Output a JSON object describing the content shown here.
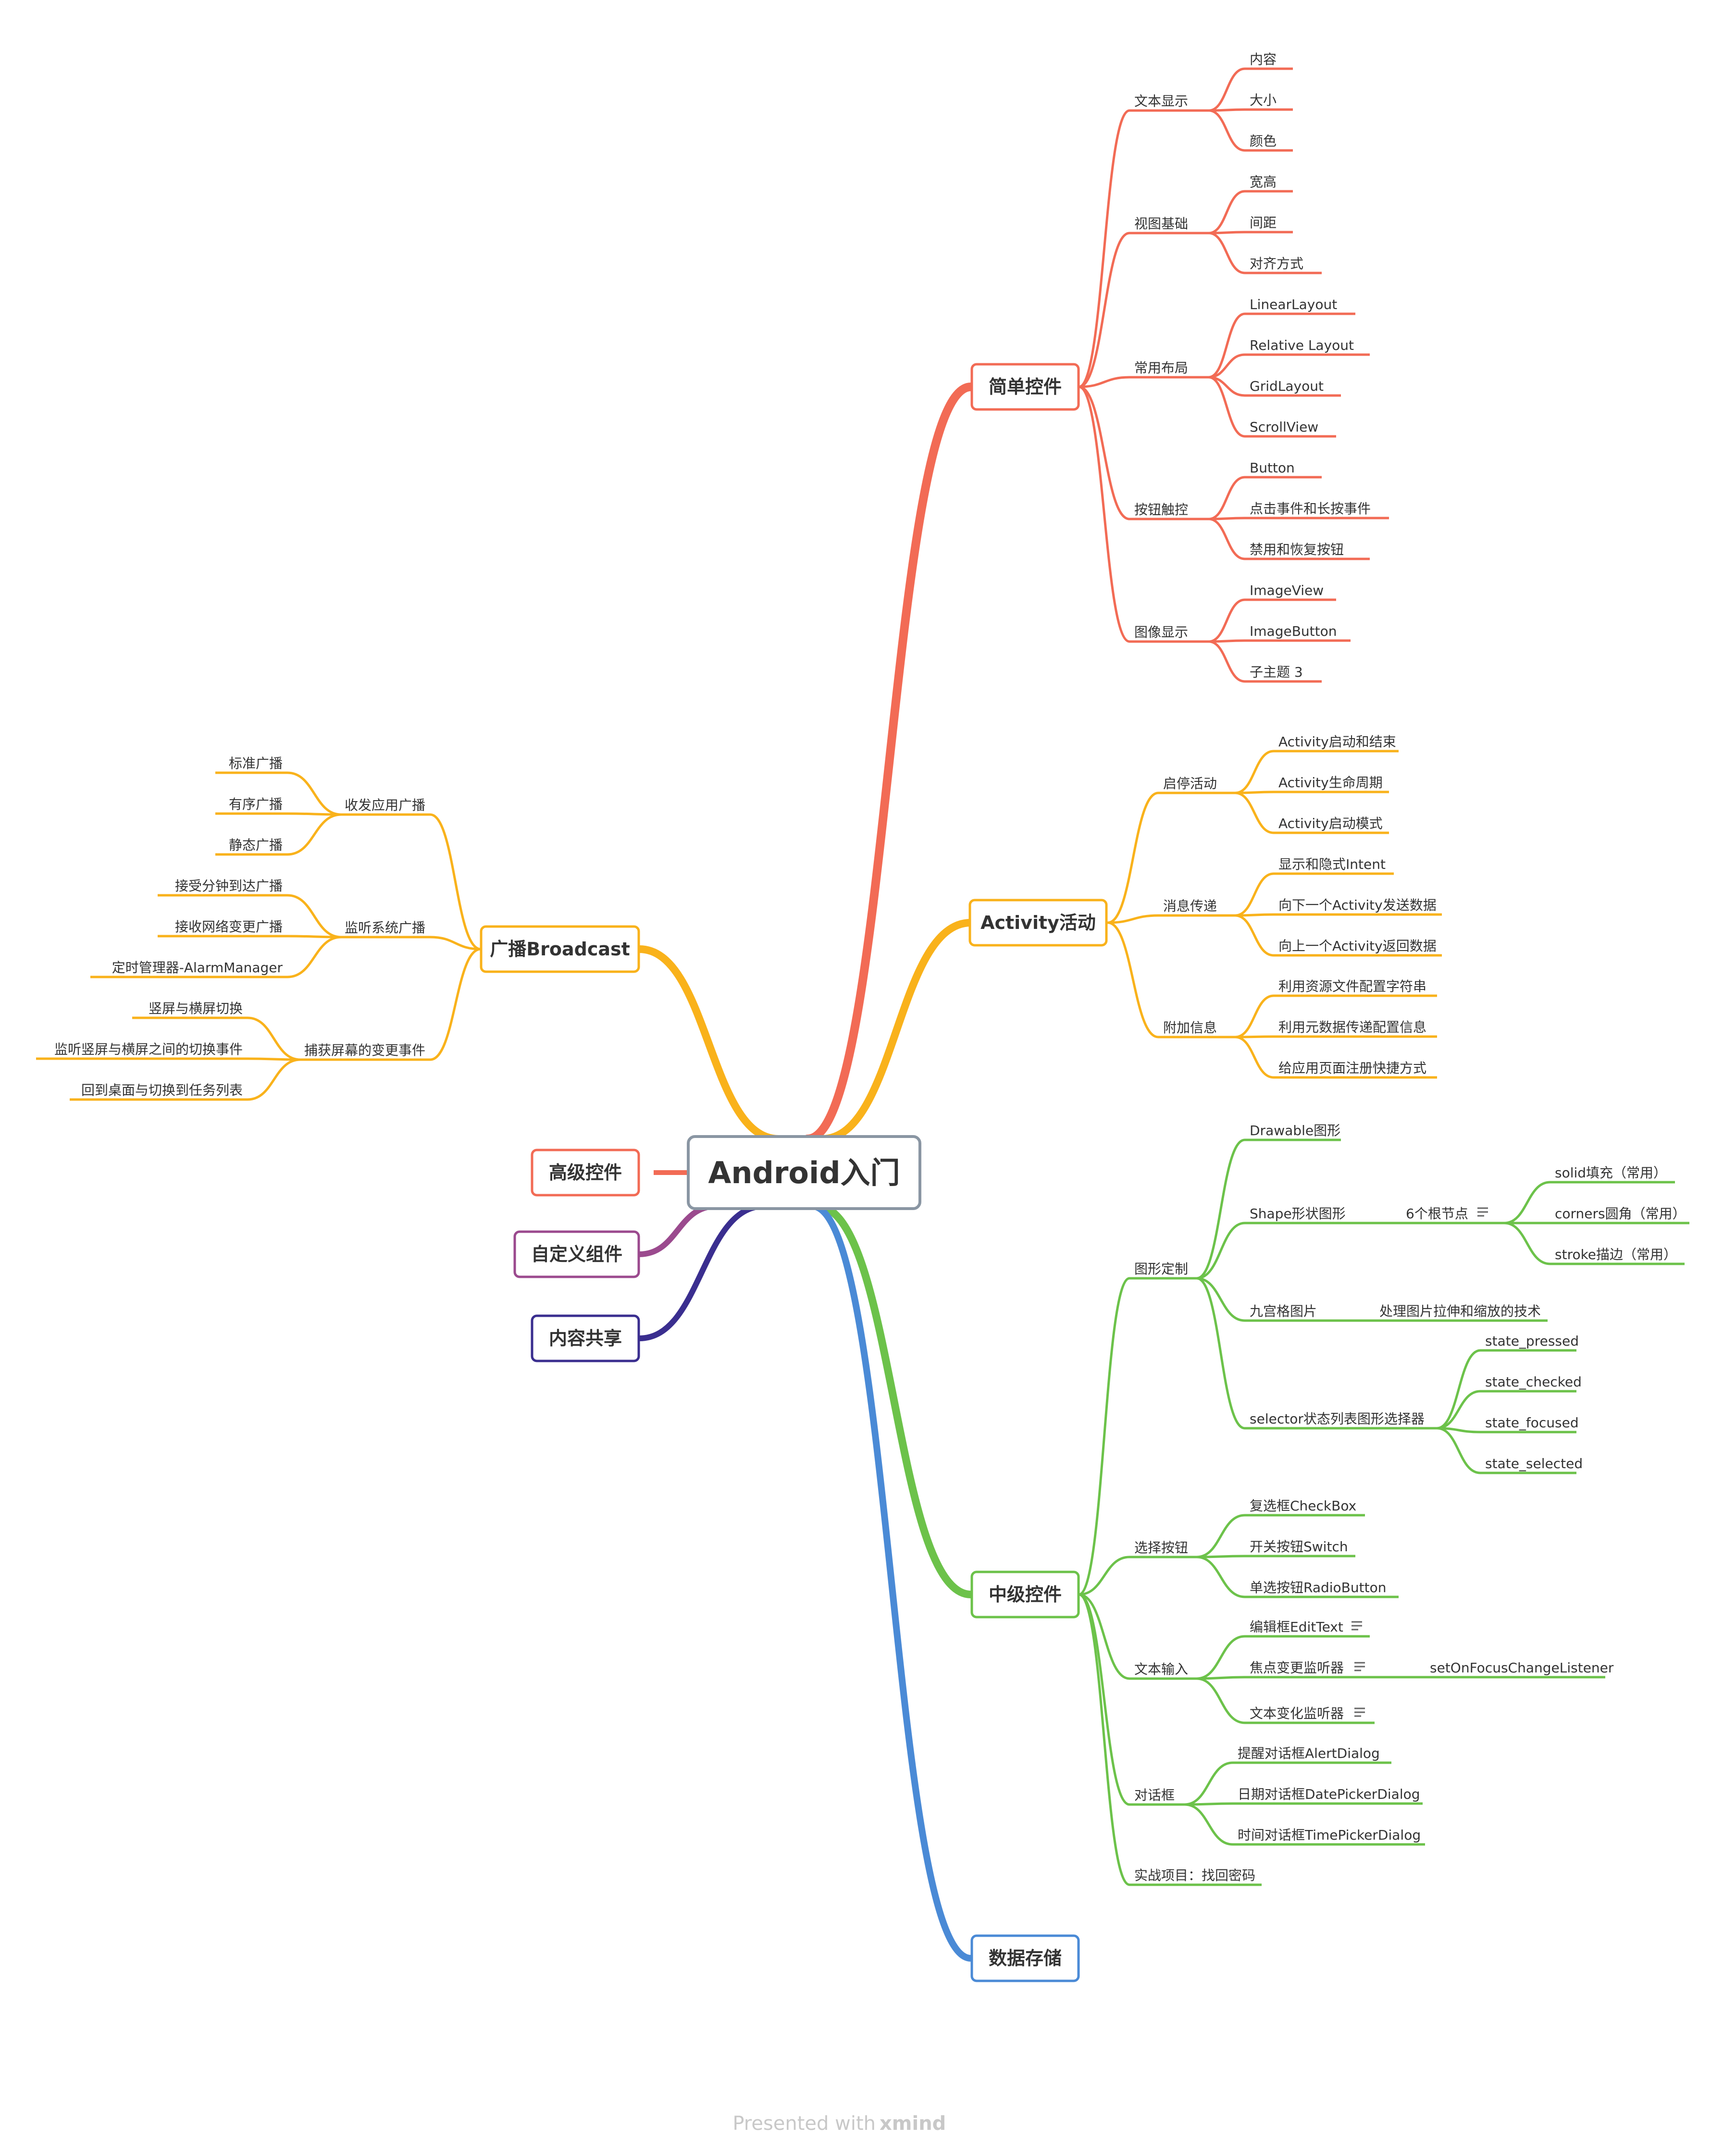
{
  "colors": {
    "red": "#f26b55",
    "yellow": "#f9b21b",
    "green": "#6cc24a",
    "blue": "#4a8ad6",
    "purple": "#9b4a8e",
    "navy": "#3a2e8f",
    "root_border": "#8a96a3"
  },
  "root": {
    "label": "Android入门"
  },
  "branches": {
    "simple": {
      "label": "简单控件",
      "groups": [
        {
          "label": "文本显示",
          "items": [
            "内容",
            "大小",
            "颜色"
          ]
        },
        {
          "label": "视图基础",
          "items": [
            "宽高",
            "间距",
            "对齐方式"
          ]
        },
        {
          "label": "常用布局",
          "items": [
            "LinearLayout",
            "Relative Layout",
            "GridLayout",
            "ScrollView"
          ]
        },
        {
          "label": "按钮触控",
          "items": [
            "Button",
            "点击事件和长按事件",
            "禁用和恢复按钮"
          ]
        },
        {
          "label": "图像显示",
          "items": [
            "ImageView",
            "ImageButton",
            "子主题 3"
          ]
        }
      ]
    },
    "activity": {
      "label": "Activity活动",
      "groups": [
        {
          "label": "启停活动",
          "items": [
            "Activity启动和结束",
            "Activity生命周期",
            "Activity启动模式"
          ]
        },
        {
          "label": "消息传递",
          "items": [
            "显示和隐式Intent",
            "向下一个Activity发送数据",
            "向上一个Activity返回数据"
          ]
        },
        {
          "label": "附加信息",
          "items": [
            "利用资源文件配置字符串",
            "利用元数据传递配置信息",
            "给应用页面注册快捷方式"
          ]
        }
      ]
    },
    "middle": {
      "label": "中级控件",
      "graphics": {
        "label": "图形定制",
        "drawable": "Drawable图形",
        "shape": "Shape形状图形",
        "shape_sub": "6个根节点",
        "shape_items": [
          "solid填充（常用）",
          "corners圆角（常用）",
          "stroke描边（常用）"
        ],
        "ninepatch": "九宫格图片",
        "ninepatch_sub": "处理图片拉伸和缩放的技术",
        "selector": "selector状态列表图形选择器",
        "selector_items": [
          "state_pressed",
          "state_checked",
          "state_focused",
          "state_selected"
        ]
      },
      "choice": {
        "label": "选择按钮",
        "items": [
          "复选框CheckBox",
          "开关按钮Switch",
          "单选按钮RadioButton"
        ]
      },
      "textinput": {
        "label": "文本输入",
        "items": [
          "编辑框EditText",
          "焦点变更监听器",
          "文本变化监听器"
        ],
        "focus_sub": "setOnFocusChangeListener"
      },
      "dialog": {
        "label": "对话框",
        "items": [
          "提醒对话框AlertDialog",
          "日期对话框DatePickerDialog",
          "时间对话框TimePickerDialog"
        ]
      },
      "project": "实战项目：找回密码"
    },
    "storage": {
      "label": "数据存储"
    },
    "broadcast": {
      "label": "广播Broadcast",
      "groups": [
        {
          "label": "收发应用广播",
          "items": [
            "标准广播",
            "有序广播",
            "静态广播"
          ]
        },
        {
          "label": "监听系统广播",
          "items": [
            "接受分钟到达广播",
            "接收网络变更广播",
            "定时管理器-AlarmManager"
          ]
        },
        {
          "label": "捕获屏幕的变更事件",
          "items": [
            "竖屏与横屏切换",
            "监听竖屏与横屏之间的切换事件",
            "回到桌面与切换到任务列表"
          ]
        }
      ]
    },
    "advanced": {
      "label": "高级控件"
    },
    "custom": {
      "label": "自定义组件"
    },
    "share": {
      "label": "内容共享"
    }
  },
  "footer": {
    "presented": "Presented with",
    "brand": "xmind"
  }
}
